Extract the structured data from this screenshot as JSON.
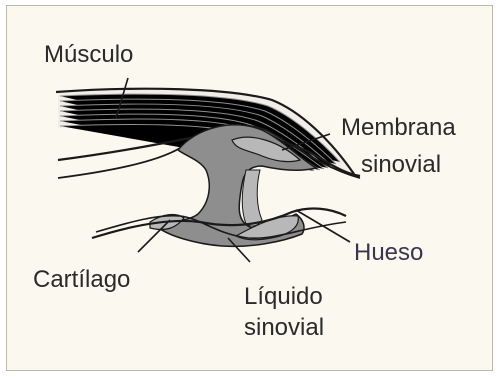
{
  "labels": {
    "musculo": "Músculo",
    "membrana_line1": "Membrana",
    "membrana_line2": "sinovial",
    "hueso": "Hueso",
    "cartilago": "Cartílago",
    "liquido_line1": "Líquido",
    "liquido_line2": "sinovial"
  },
  "colors": {
    "background": "#fbf8ef",
    "border": "#bdb8ae",
    "bone_fill": "#ffffff",
    "cartilage_fill": "#b8b8b8",
    "fluid_fill": "#8e8e8e",
    "outline": "#1a1a1a"
  }
}
